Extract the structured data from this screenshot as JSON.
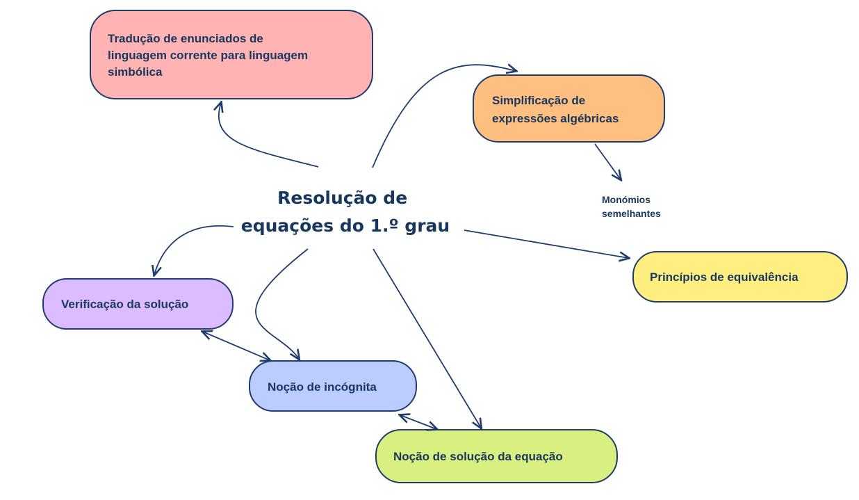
{
  "title_lines": [
    "Resolução de",
    "equações do 1.º grau"
  ],
  "colors": {
    "text": "#17375e",
    "line": "#1f3c6e",
    "outline": "#1f3c6e",
    "pink": "#ffb3b3",
    "orange": "#ffbf80",
    "yellow": "#ffee80",
    "purple": "#dcbcff",
    "blue": "#bcccff",
    "green": "#d9f081"
  },
  "nodes": {
    "traducao": [
      "Tradução de enunciados de",
      "linguagem corrente para linguagem",
      "simbólica"
    ],
    "simplificacao": [
      "Simplificação de",
      "expressões algébricas"
    ],
    "monomios": [
      "Monómios",
      "semelhantes"
    ],
    "principios": "Princípios de equivalência",
    "verificacao": "Verificação da solução",
    "incognita": "Noção de incógnita",
    "solucao": "Noção de solução da equação"
  }
}
